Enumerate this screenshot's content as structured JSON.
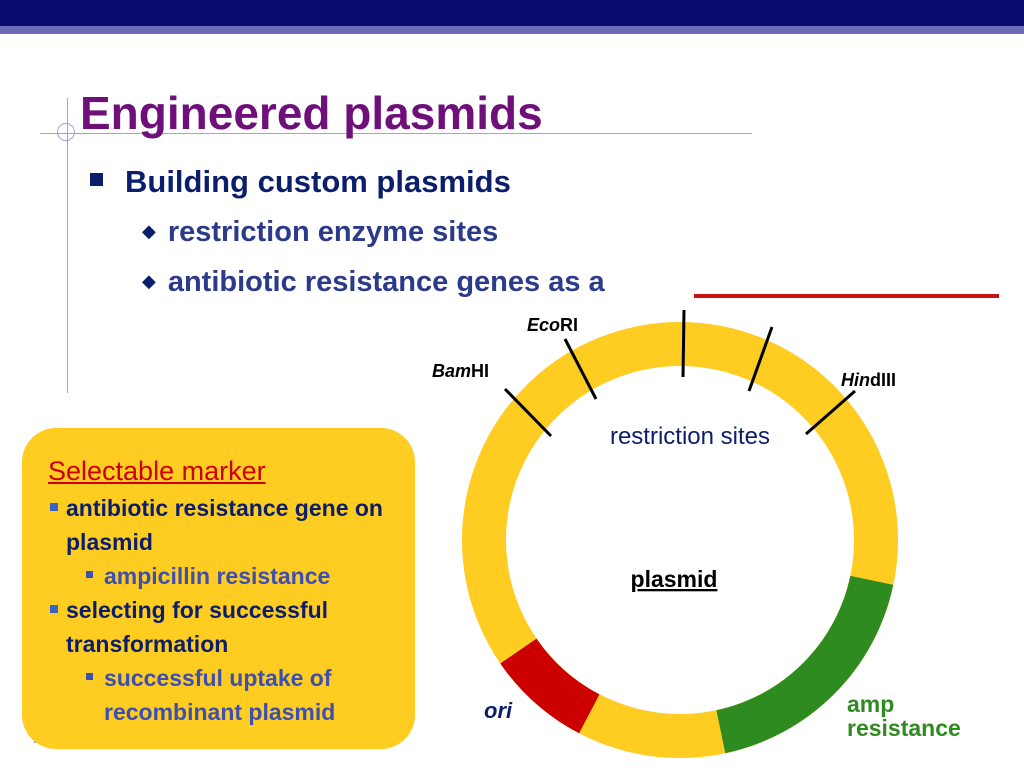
{
  "slide": {
    "title": "Engineered plasmids",
    "bullet_main": "Building custom plasmids",
    "sub_bullets": [
      "restriction enzyme sites",
      "antibiotic resistance genes as a"
    ],
    "blank_color": "#cc1111"
  },
  "diagram": {
    "center_label": "plasmid",
    "restriction_sites_label": "restriction sites",
    "enzymes": [
      {
        "italic": "Eco",
        "plain": "RI"
      },
      {
        "italic": "Bam",
        "plain": "HI"
      },
      {
        "italic": "Hin",
        "plain": "dIII"
      }
    ],
    "regions": [
      {
        "name": "ori",
        "color": "#cc0000"
      },
      {
        "name": "amp resistance",
        "color": "#2e8b1f"
      }
    ],
    "ori_label": "ori",
    "amp_label_line1": "amp",
    "amp_label_line2": "resistance",
    "ring_color": "#ffcc22"
  },
  "note": {
    "heading": "Selectable marker",
    "items": [
      {
        "text": "antibiotic resistance gene on plasmid",
        "sub": "ampicillin resistance"
      },
      {
        "text": "selecting for successful transformation",
        "sub": "successful uptake of recombinant plasmid"
      }
    ]
  }
}
